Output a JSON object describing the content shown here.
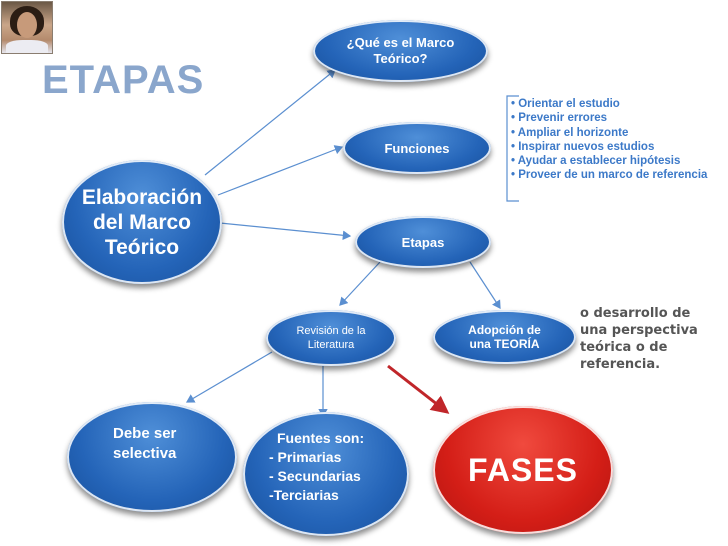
{
  "title": "ETAPAS",
  "nodes": {
    "main": "Elaboración del Marco Teórico",
    "que_es": "¿Qué es el Marco Teórico?",
    "funciones": "Funciones",
    "etapas": "Etapas",
    "revision": "Revisión de la Literatura",
    "adopcion": "Adopción de una TEORÍA",
    "selectiva": "Debe ser selectiva",
    "fuentes_title": "Fuentes son:",
    "fuentes_items": [
      "- Primarias",
      "- Secundarias",
      "-Terciarias"
    ],
    "fases": "FASES"
  },
  "funciones_list": [
    "• Orientar el estudio",
    "• Prevenir errores",
    "• Ampliar el horizonte",
    "• Inspirar nuevos estudios",
    "• Ayudar a establecer hipótesis",
    "• Proveer de un marco de referencia"
  ],
  "note": "o desarrollo de una perspectiva teórica o de referencia.",
  "colors": {
    "node_blue": "#2464b8",
    "node_red": "#d41e17",
    "title": "#8aa6cc",
    "list_text": "#3c79c8",
    "arrow": "#5b8fd0",
    "arrow_red": "#c0262a"
  },
  "icons": {
    "photo": "avatar-photo"
  }
}
